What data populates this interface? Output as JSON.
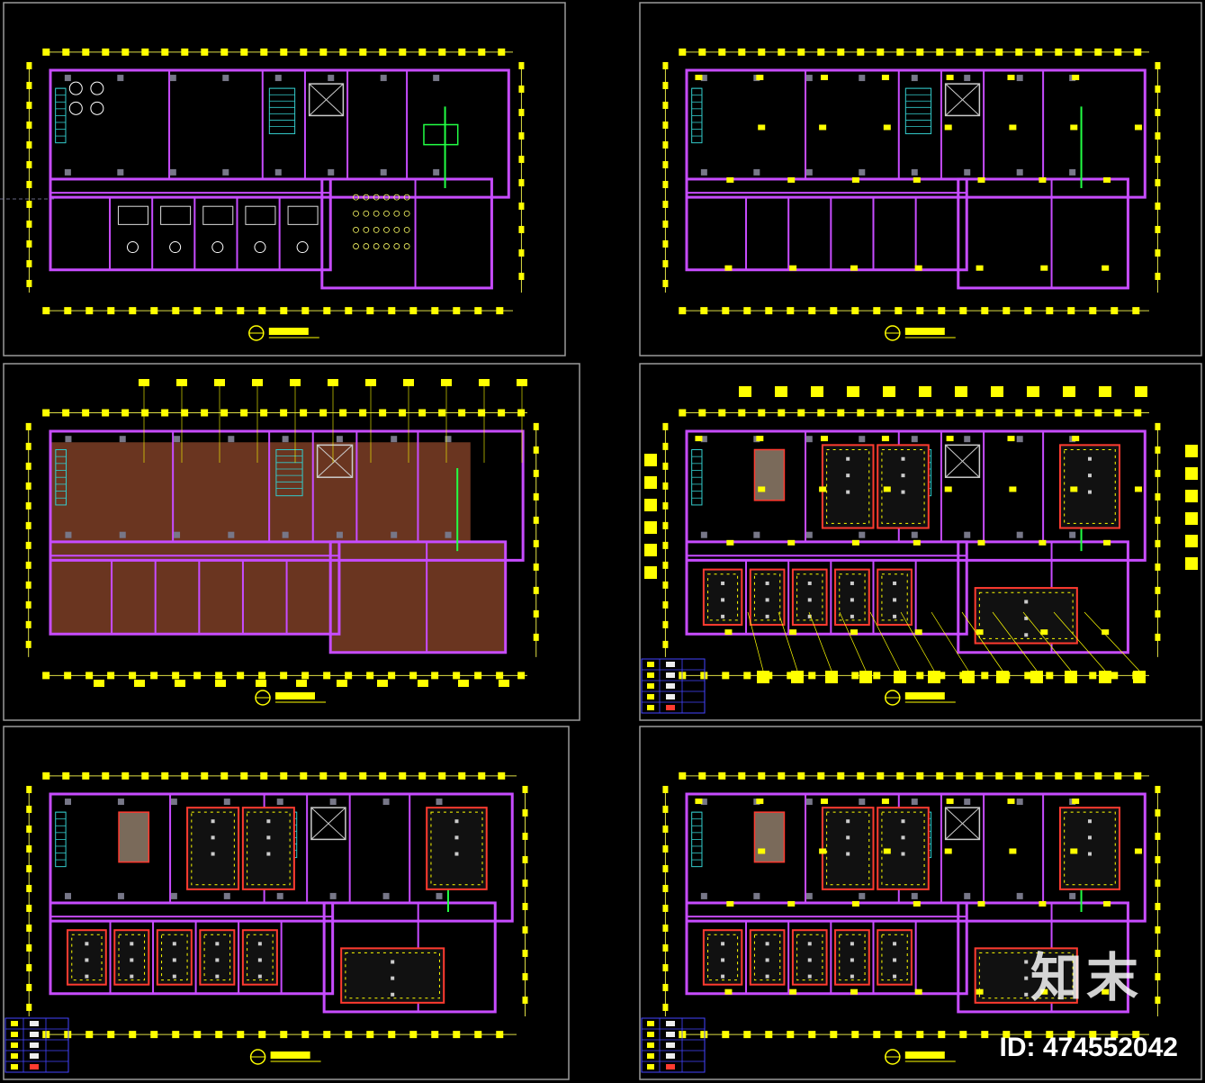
{
  "image_kind": "CAD architectural floor plan sheets (6 panels)",
  "colors": {
    "background": "#000000",
    "frame": "#9a9a9a",
    "wall": "#c74cff",
    "dimension": "#ffff00",
    "column": "#777788",
    "floor_wood": "#6a3520",
    "ceiling_edge": "#ff3b30",
    "accent_green": "#22ff44",
    "cyan_line": "#33cccc"
  },
  "panels": [
    {
      "key": "p1",
      "content": "furniture-layout-plan"
    },
    {
      "key": "p2",
      "content": "wall-dimension-plan"
    },
    {
      "key": "p3",
      "content": "floor-finish-plan"
    },
    {
      "key": "p4",
      "content": "ceiling-plan-with-legend"
    },
    {
      "key": "p5",
      "content": "ceiling-dimension-plan-with-legend"
    },
    {
      "key": "p6",
      "content": "ceiling-lighting-plan-with-legend"
    }
  ],
  "watermark": {
    "brand": "知末",
    "id_label": "ID: 474552042"
  }
}
